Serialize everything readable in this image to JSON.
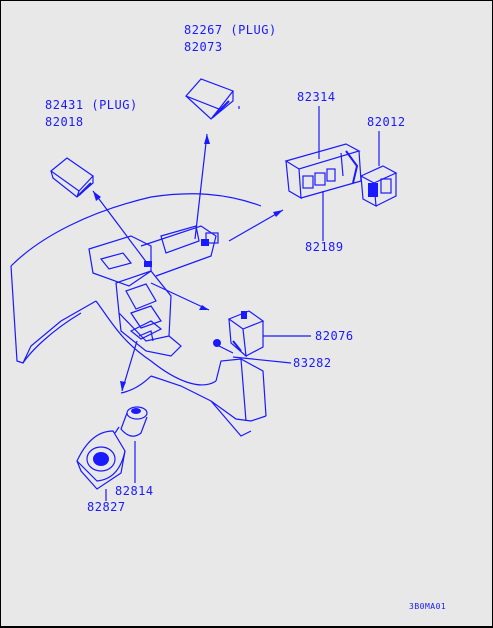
{
  "labels": {
    "p82267": "82267 (PLUG)",
    "p82073": "82073",
    "p82431": "82431 (PLUG)",
    "p82018": "82018",
    "p82314": "82314",
    "p82012": "82012",
    "p82189": "82189",
    "p82076": "82076",
    "p83282": "83282",
    "p82814": "82814",
    "p82827": "82827"
  },
  "footer_code": "3B0MA01",
  "colors": {
    "ink": "#1a1aff",
    "background": "#e8e8e8"
  }
}
